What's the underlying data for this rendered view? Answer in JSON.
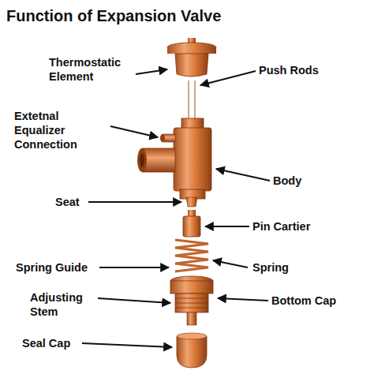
{
  "diagram": {
    "title": "Function of Expansion Valve",
    "labels": [
      "Thermostatic Element",
      "Push Rods",
      "Extetnal Equalizer Connection",
      "Body",
      "Seat",
      "Pin Cartier",
      "Spring Guide",
      "Spring",
      "Adjusting Stem",
      "Bottom Cap",
      "Seal Cap"
    ]
  }
}
